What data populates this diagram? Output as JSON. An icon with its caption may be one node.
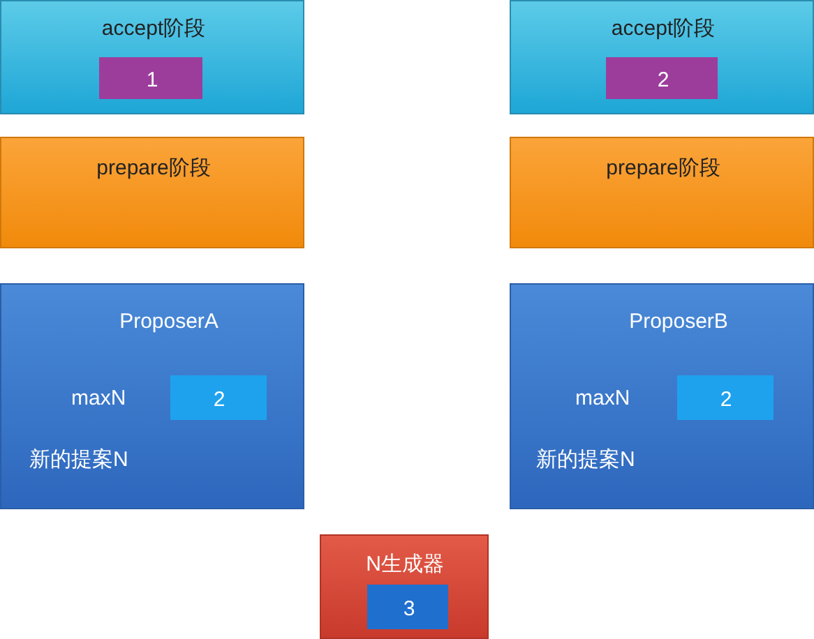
{
  "diagram": {
    "nodes": [
      {
        "text": [
          "accept阶段"
        ]
      },
      {
        "text": [
          "1"
        ],
        "in": 0
      },
      {
        "text": [
          "accept阶段"
        ]
      },
      {
        "text": [
          "2"
        ],
        "in": 2
      },
      {
        "text": [
          "prepare阶段"
        ]
      },
      {
        "text": [
          "prepare阶段"
        ]
      },
      {
        "text": [
          "ProposerA",
          "maxN",
          "新的提案N"
        ]
      },
      {
        "text": [
          "2"
        ],
        "in": 6
      },
      {
        "text": [
          "ProposerB",
          "maxN",
          "新的提案N"
        ]
      },
      {
        "text": [
          "2"
        ],
        "in": 8
      },
      {
        "text": [
          "N生成器"
        ]
      },
      {
        "text": [
          "3"
        ],
        "in": 10
      }
    ],
    "edges": []
  }
}
